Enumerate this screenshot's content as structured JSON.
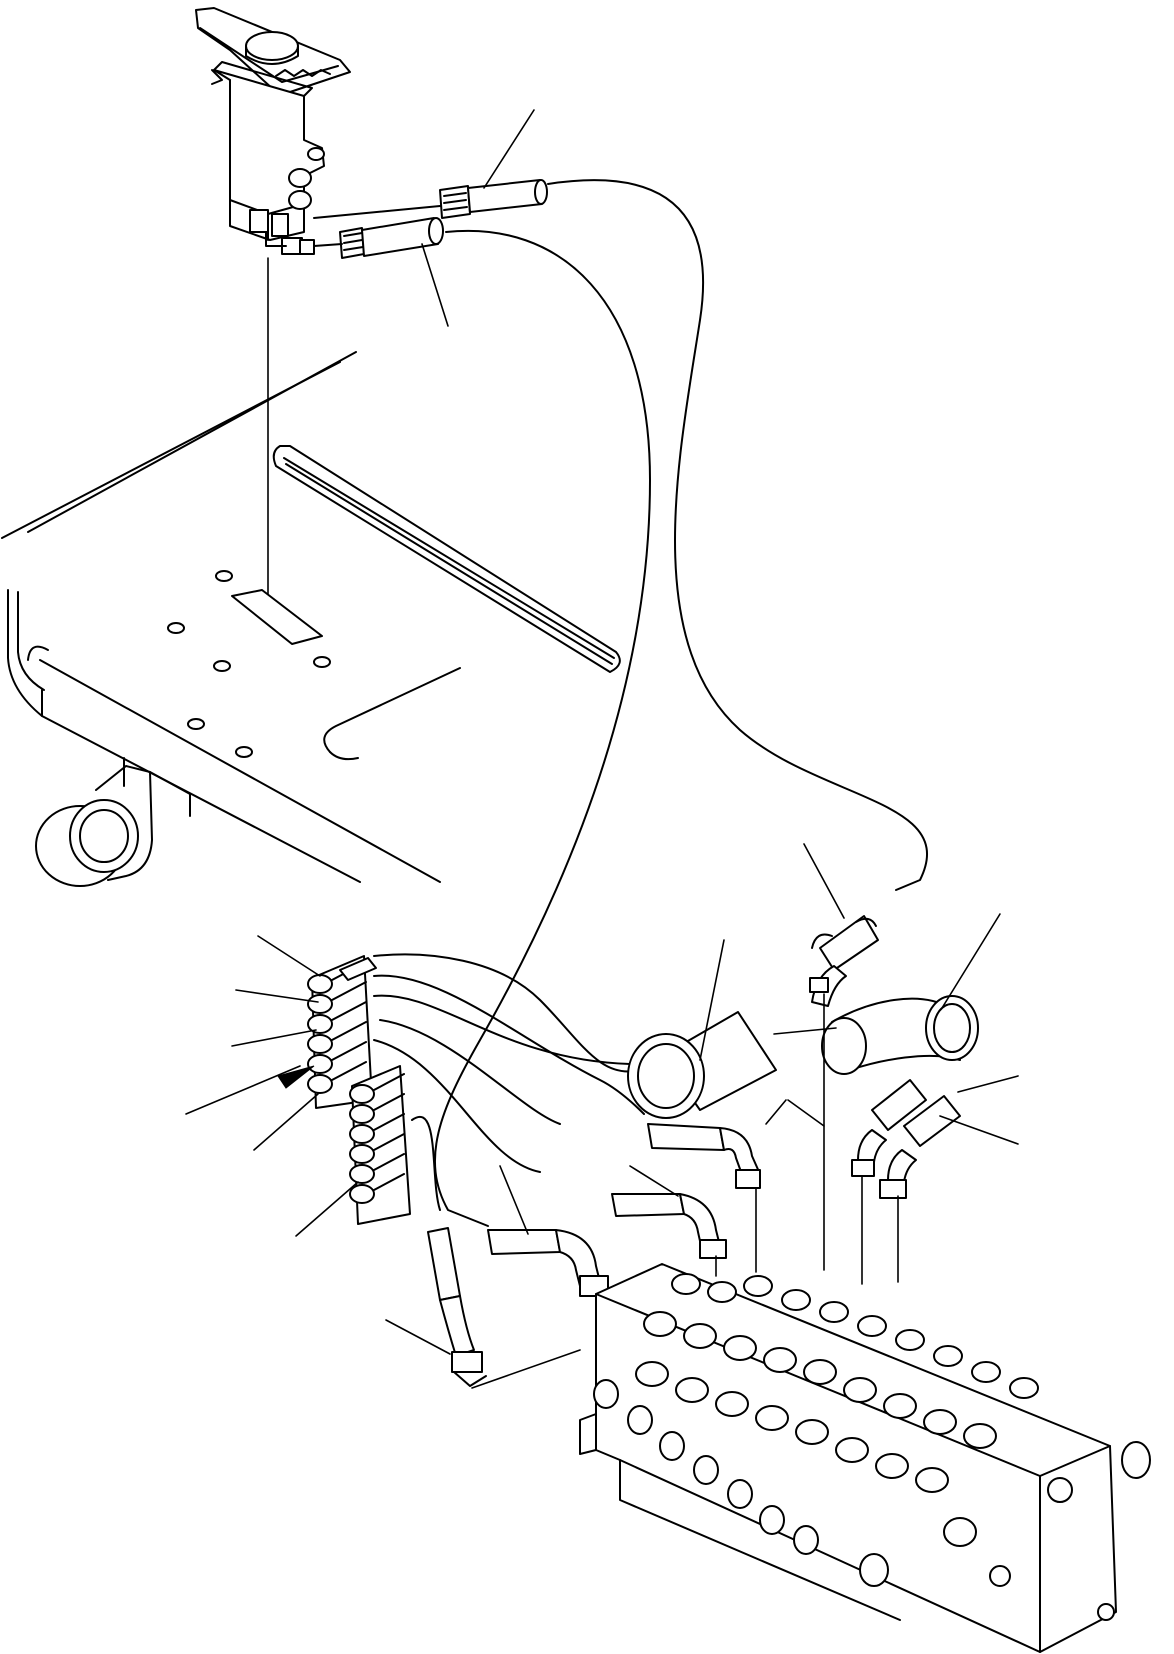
{
  "diagram": {
    "kind": "exploded parts illustration",
    "theme": {
      "line": "#000000",
      "background": "#ffffff"
    },
    "parts": [
      {
        "id": "pilot-pedal-valve"
      },
      {
        "id": "cab-floor-plate"
      },
      {
        "id": "pilot-hose-a"
      },
      {
        "id": "pilot-hose-b"
      },
      {
        "id": "protective-sleeve"
      },
      {
        "id": "elbow-fitting"
      },
      {
        "id": "fitting-bank-upper"
      },
      {
        "id": "fitting-bank-lower"
      },
      {
        "id": "main-control-valve"
      }
    ],
    "arrow_marker": {
      "count": 1
    }
  }
}
